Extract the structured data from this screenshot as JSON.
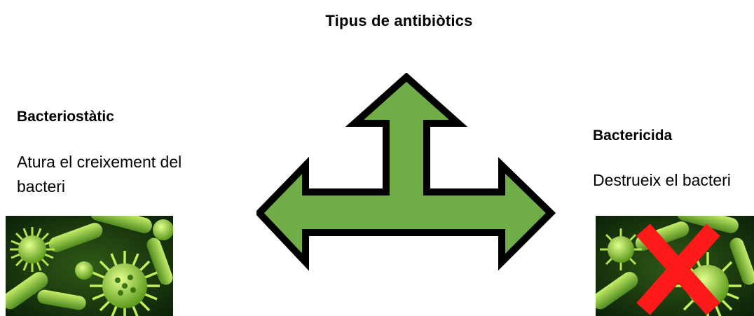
{
  "title": "Tipus de antibiòtics",
  "left": {
    "heading": "Bacteriostàtic",
    "description": "Atura el creixement del bacteri"
  },
  "right": {
    "heading": "Bactericida",
    "description": "Destrueix el bacteri"
  },
  "colors": {
    "arrow_fill": "#70ad47",
    "arrow_stroke": "#000000",
    "cross": "#ff1a1a",
    "bacteria_dark": "#0d2b0a",
    "bacteria_light": "#a8e04a"
  },
  "icons": {
    "center": "three-way-arrow-icon",
    "cross": "red-cross-icon"
  }
}
